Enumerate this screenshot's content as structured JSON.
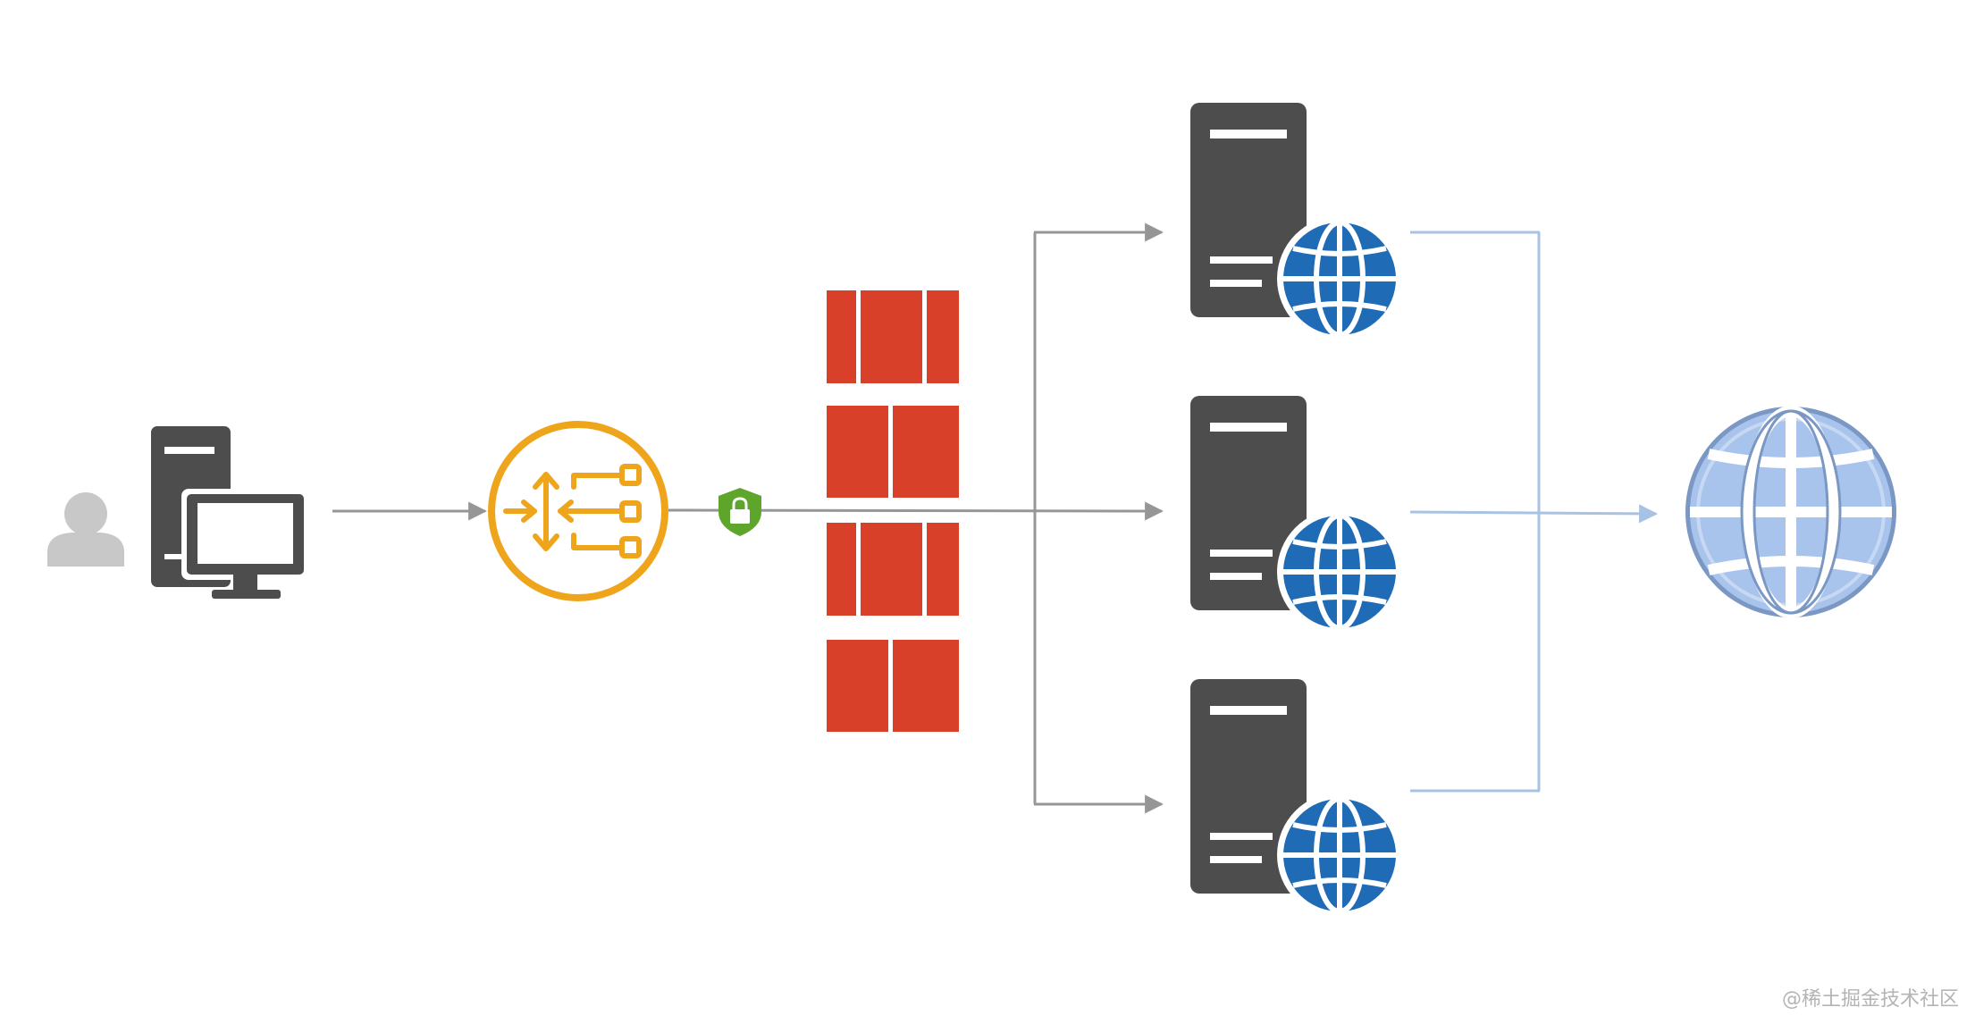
{
  "diagram": {
    "colors": {
      "connector_gray": "#969696",
      "connector_blue": "#a7c2e3",
      "server_body": "#4d4d4d",
      "web_globe_blue": "#1f6bb5",
      "internet_globe_fill": "#a8c4ec",
      "internet_globe_stroke": "#7b97c3",
      "load_balancer_orange": "#efa51b",
      "firewall_red": "#d9402a",
      "shield_green": "#5ea52b",
      "user_gray": "#c8c8c8"
    },
    "nodes": [
      {
        "id": "user",
        "icon": "user-icon"
      },
      {
        "id": "client",
        "icon": "client-computer-icon"
      },
      {
        "id": "load-balancer",
        "icon": "load-balancer-icon"
      },
      {
        "id": "ssl",
        "icon": "ssl-shield-lock-icon"
      },
      {
        "id": "firewall",
        "icon": "firewall-brick-wall-icon"
      },
      {
        "id": "web-server-1",
        "icon": "web-server-icon"
      },
      {
        "id": "web-server-2",
        "icon": "web-server-icon"
      },
      {
        "id": "web-server-3",
        "icon": "web-server-icon"
      },
      {
        "id": "internet",
        "icon": "internet-globe-icon"
      }
    ],
    "edges": [
      {
        "from": "client",
        "to": "load-balancer",
        "style": "gray-arrow"
      },
      {
        "from": "load-balancer",
        "to": "web-server-1",
        "style": "gray-arrow"
      },
      {
        "from": "load-balancer",
        "to": "web-server-2",
        "style": "gray-arrow"
      },
      {
        "from": "load-balancer",
        "to": "web-server-3",
        "style": "gray-arrow"
      },
      {
        "from": "web-server-1",
        "to": "internet",
        "style": "blue-arrow"
      },
      {
        "from": "web-server-2",
        "to": "internet",
        "style": "blue-arrow"
      },
      {
        "from": "web-server-3",
        "to": "internet",
        "style": "blue-arrow"
      }
    ]
  },
  "watermark": "@稀土掘金技术社区"
}
